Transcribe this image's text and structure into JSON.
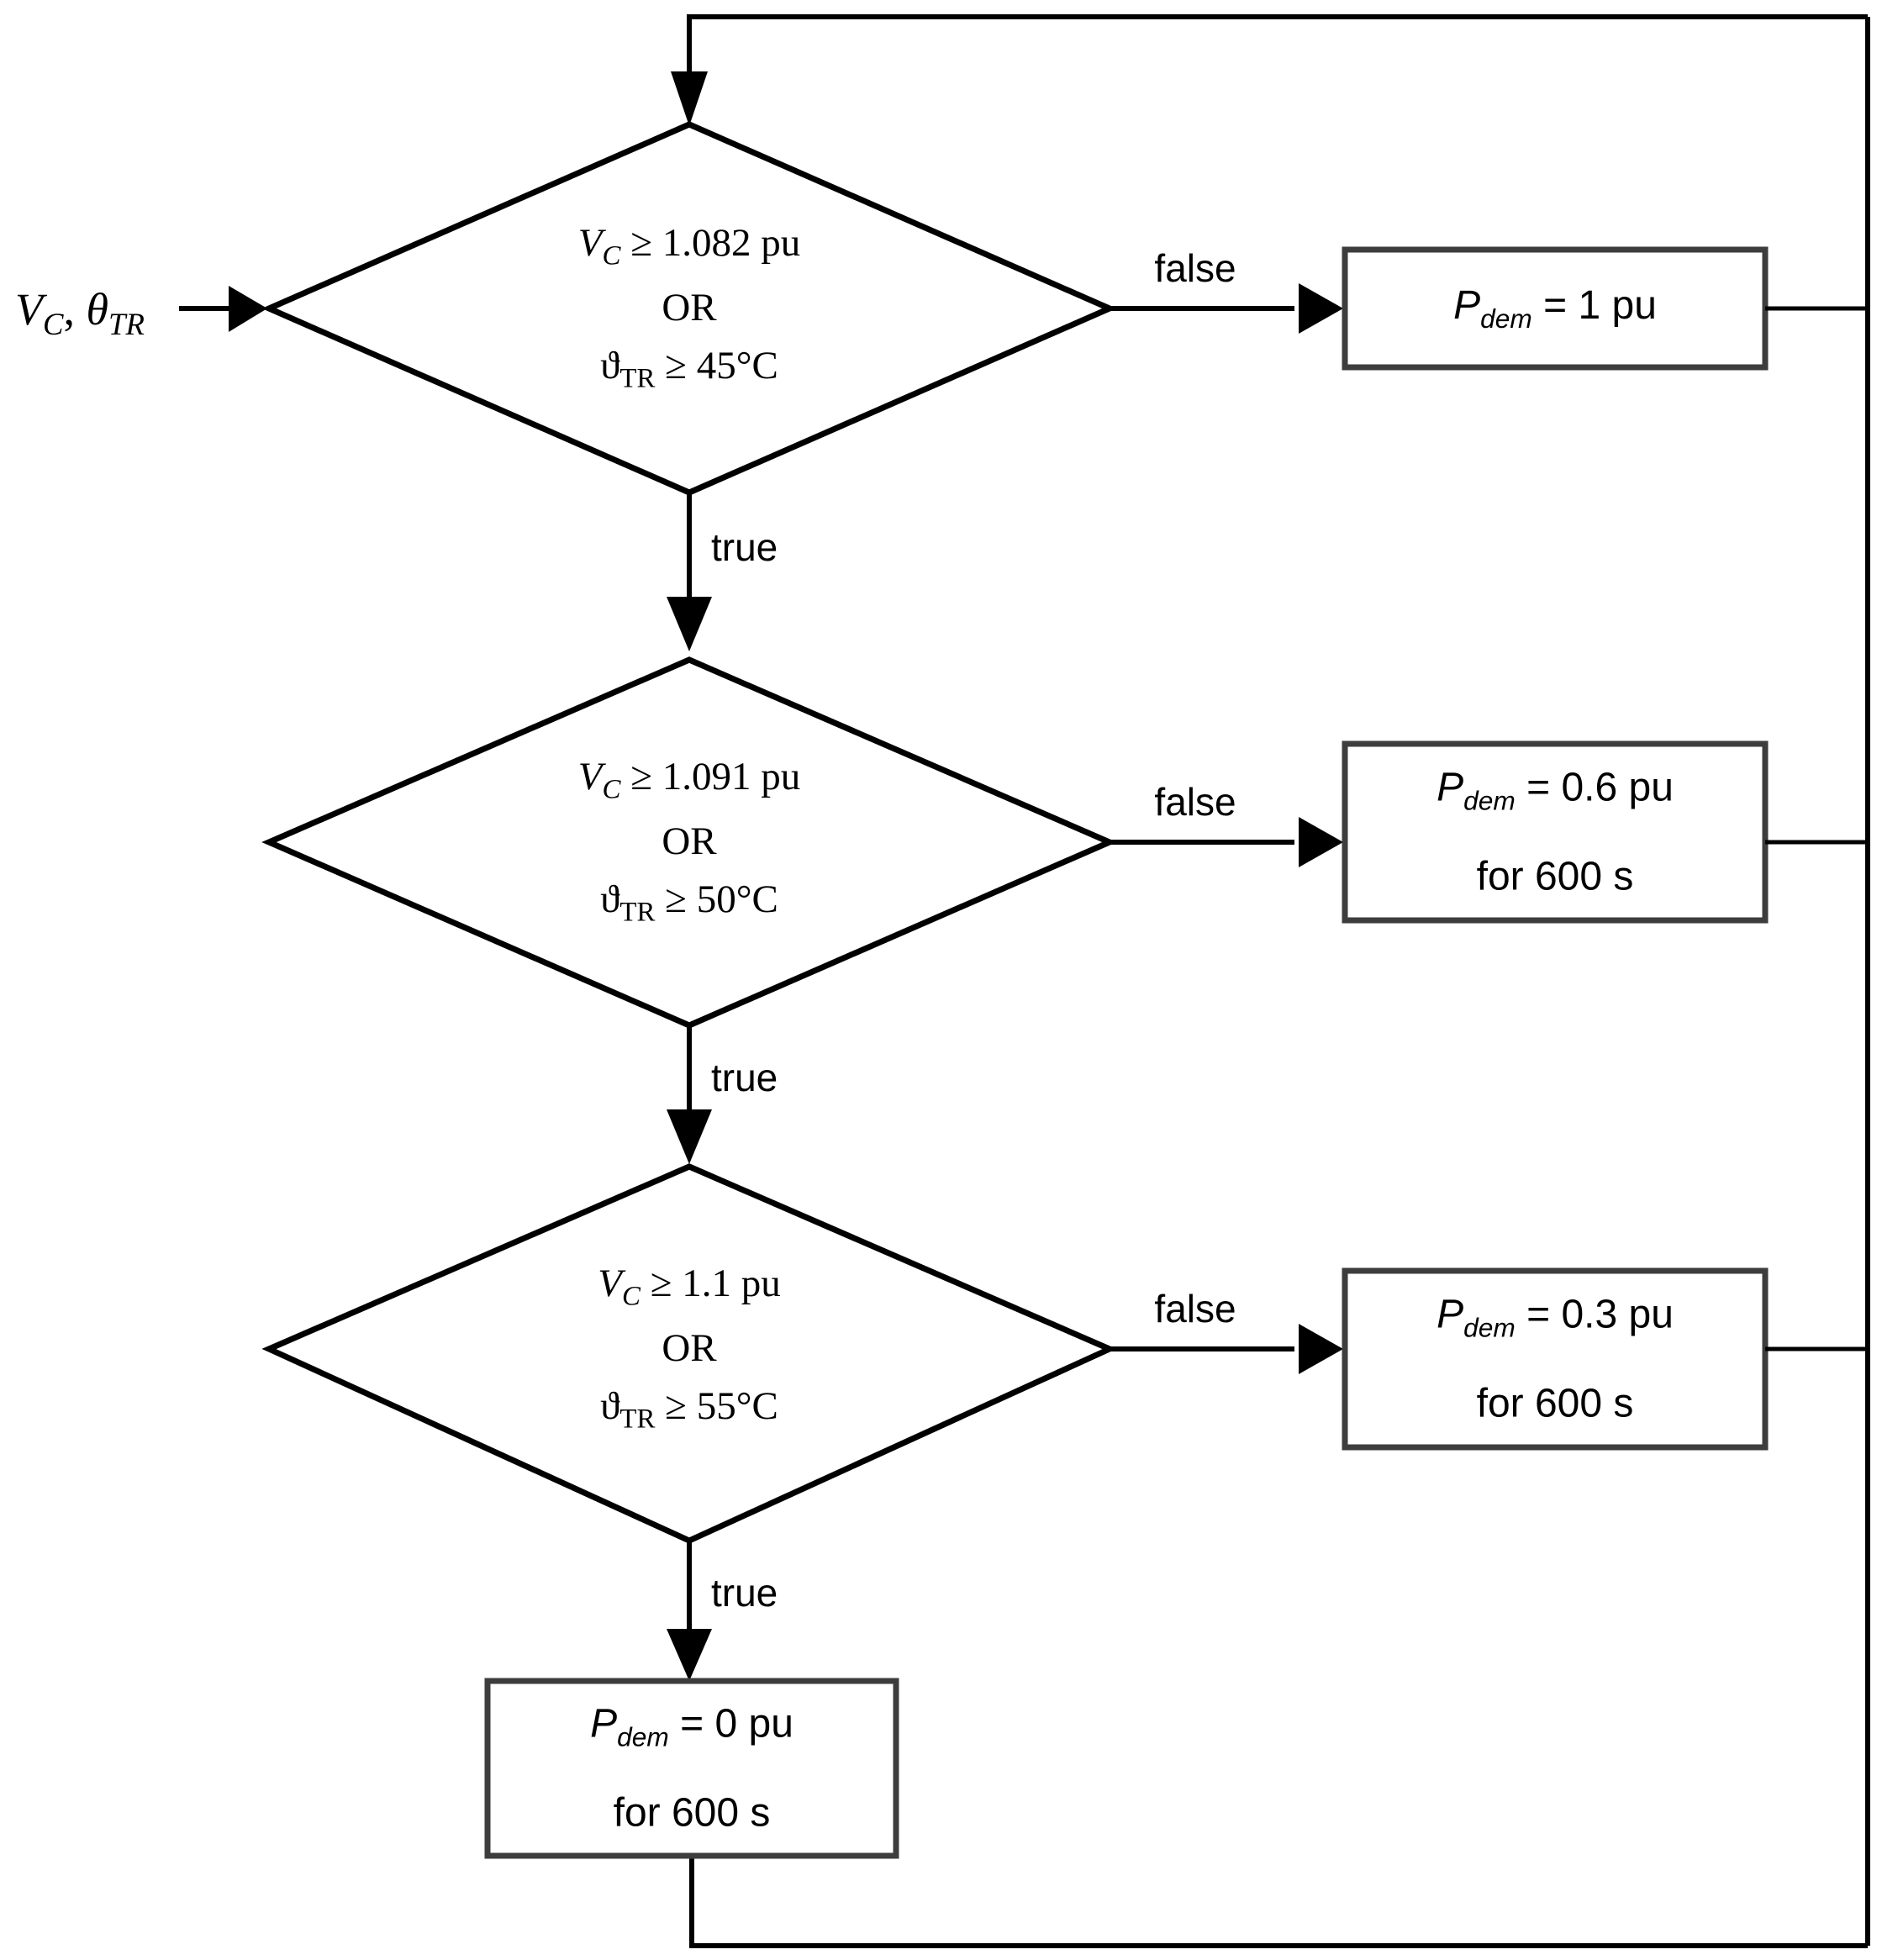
{
  "diagram": {
    "type": "flowchart",
    "title": "",
    "input": {
      "label_v": "V",
      "label_v_sub": "C",
      "label_sep": ", ",
      "label_theta": "θ",
      "label_theta_sub": "TR"
    },
    "decisions": [
      {
        "id": "decision-1",
        "line1_var": "V",
        "line1_sub": "C",
        "line1_rest": " ≥ 1.082 pu",
        "line2": "OR",
        "line3_var": "ϑ",
        "line3_sub": "TR",
        "line3_rest": " ≥ 45°C",
        "true_label": "true",
        "false_label": "false"
      },
      {
        "id": "decision-2",
        "line1_var": "V",
        "line1_sub": "C",
        "line1_rest": " ≥ 1.091 pu",
        "line2": "OR",
        "line3_var": "ϑ",
        "line3_sub": "TR",
        "line3_rest": " ≥ 50°C",
        "true_label": "true",
        "false_label": "false"
      },
      {
        "id": "decision-3",
        "line1_var": "V",
        "line1_sub": "C",
        "line1_rest": " ≥ 1.1 pu",
        "line2": "OR",
        "line3_var": "ϑ",
        "line3_sub": "TR",
        "line3_rest": " ≥ 55°C",
        "true_label": "true",
        "false_label": "false"
      }
    ],
    "actions": [
      {
        "id": "action-1",
        "var": "P",
        "sub": "dem",
        "value": " = 1 pu",
        "duration": ""
      },
      {
        "id": "action-2",
        "var": "P",
        "sub": "dem",
        "value": " = 0.6 pu",
        "duration": "for 600 s"
      },
      {
        "id": "action-3",
        "var": "P",
        "sub": "dem",
        "value": " = 0.3 pu",
        "duration": "for 600 s"
      },
      {
        "id": "action-4",
        "var": "P",
        "sub": "dem",
        "value": " = 0 pu",
        "duration": "for 600 s"
      }
    ],
    "colors": {
      "line": "#000000",
      "box_stroke": "#3d3d3d",
      "background": "#ffffff",
      "text": "#000000"
    }
  }
}
